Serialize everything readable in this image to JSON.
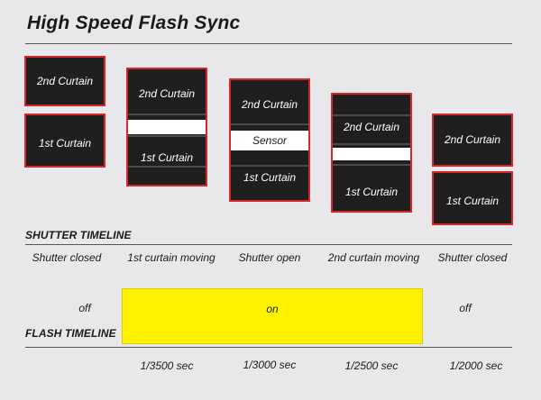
{
  "title": "High Speed Flash Sync",
  "curtains": {
    "second": "2nd Curtain",
    "first": "1st Curtain",
    "sensor": "Sensor"
  },
  "shutter_timeline": {
    "label": "SHUTTER TIMELINE",
    "phases": [
      "Shutter closed",
      "1st curtain moving",
      "Shutter open",
      "2nd curtain moving",
      "Shutter closed"
    ]
  },
  "flash_timeline": {
    "label": "FLASH TIMELINE",
    "off_left": "off",
    "on": "on",
    "off_right": "off",
    "times": [
      "1/3500 sec",
      "1/3000 sec",
      "1/2500 sec",
      "1/2000 sec"
    ]
  },
  "colors": {
    "curtain_fill": "#1f1f1f",
    "curtain_border": "#d8262b",
    "flash_on": "#fff200",
    "background": "#e8e8ea"
  }
}
